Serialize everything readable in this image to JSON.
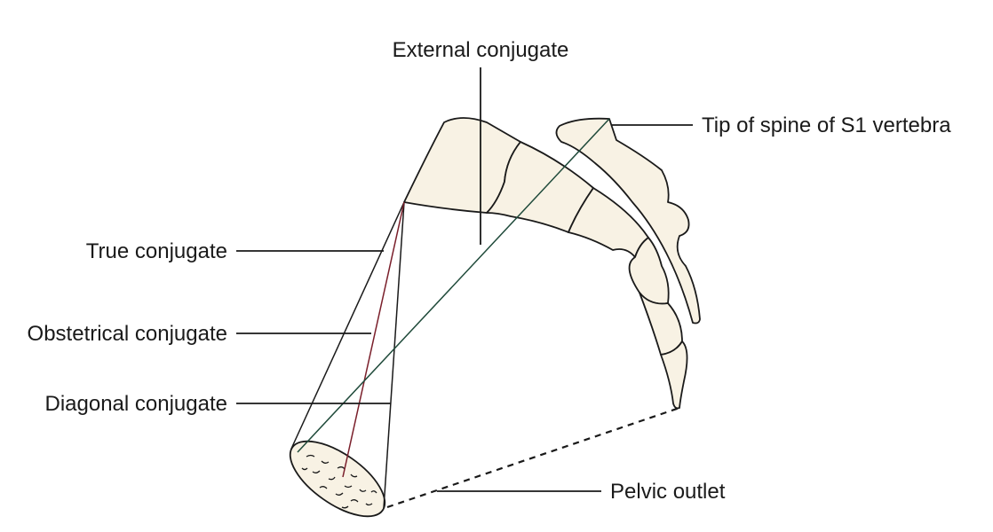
{
  "labels": {
    "external_conjugate": "External conjugate",
    "tip_of_spine": "Tip of spine of S1 vertebra",
    "true_conjugate": "True conjugate",
    "obstetrical_conjugate": "Obstetrical conjugate",
    "diagonal_conjugate": "Diagonal conjugate",
    "pelvic_outlet": "Pelvic outlet"
  },
  "colors": {
    "bone_fill": "#f8f2e4",
    "outline": "#1a1a1a",
    "obstetrical_line": "#7a1f2b",
    "diagonal_line": "#1f4a3a"
  }
}
